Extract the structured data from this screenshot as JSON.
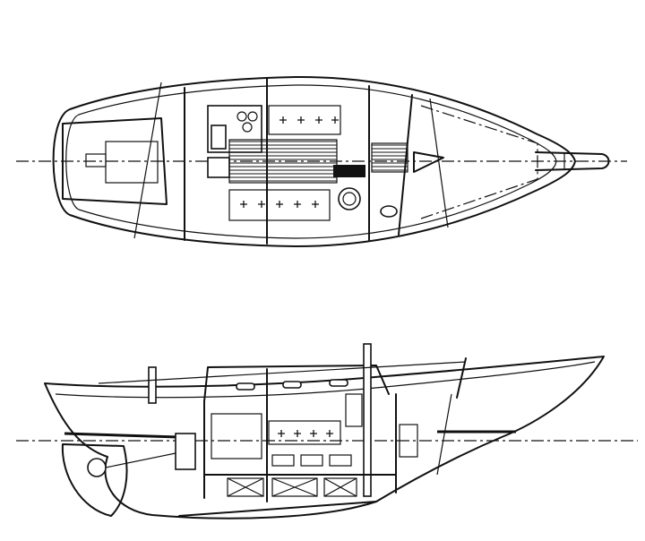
{
  "drawing": {
    "views": [
      {
        "id": "plan",
        "kind": "accommodation-plan"
      },
      {
        "id": "profile",
        "kind": "inboard-profile"
      }
    ],
    "line_color": "#111111",
    "background": "#ffffff"
  }
}
